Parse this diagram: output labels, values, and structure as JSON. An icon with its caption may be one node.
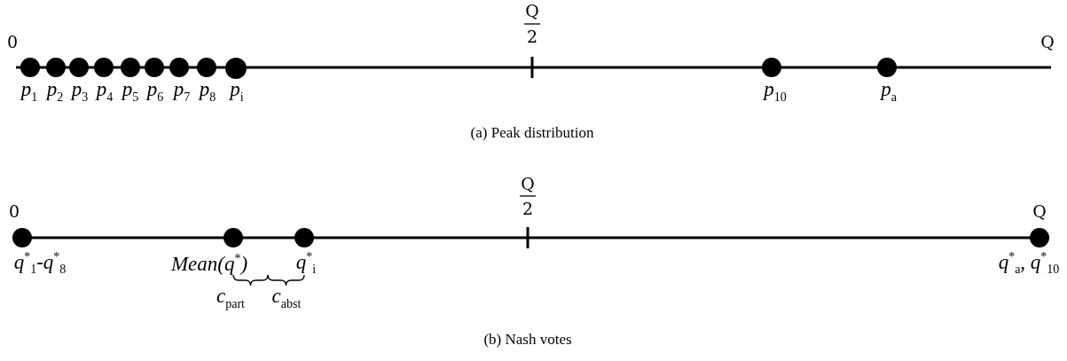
{
  "diagram": {
    "labels": [
      "Q",
      "0",
      "2",
      "Q",
      "p$_{1}$",
      "p$_{2}$",
      "p$_{3}$",
      "p$_{4}$",
      "p$_{5}$",
      "p$_{6}$",
      "p$_{7}$",
      "p$_{8}$",
      "p$_{i}$",
      "p$_{10}$",
      "p$_{a}$",
      "(a) Peak distribution",
      "Q",
      "0",
      "2",
      "Q",
      "q$^{*}$$_{1}$-q$^{*}$$_{8}$",
      "Mean(q$^{*}$)",
      "q$^{*}$$_{i}$",
      "q$^{*}$$_{a}$, q$^{*}$$_{10}$",
      "c$_{part}$",
      "c$_{abst}$",
      "(b) Nash votes"
    ]
  }
}
